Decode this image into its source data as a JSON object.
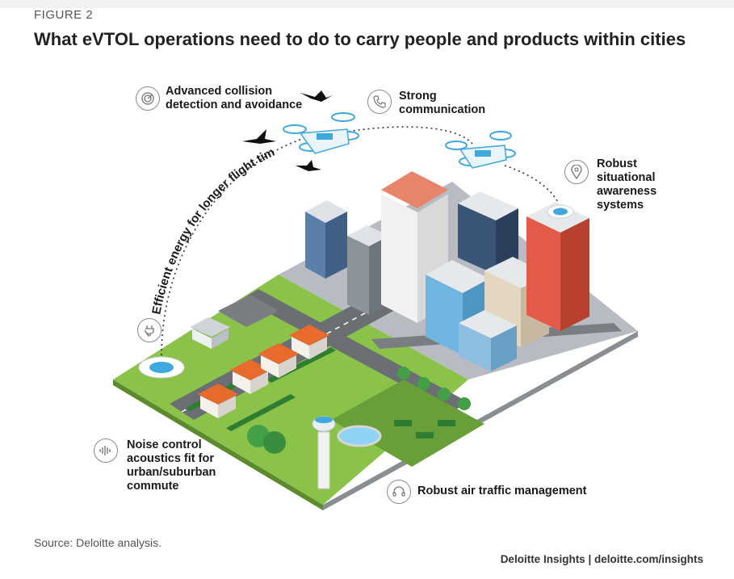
{
  "figure_label": "FIGURE 2",
  "title": "What eVTOL operations need to do to carry people and products within cities",
  "callouts": {
    "collision": {
      "text": "Advanced collision\ndetection and avoidance",
      "icon": "radar-icon"
    },
    "communication": {
      "text": "Strong\ncommunication",
      "icon": "phone-icon"
    },
    "situational": {
      "text": "Robust\nsituational\nawareness\nsystems",
      "icon": "location-pin-icon"
    },
    "energy": {
      "text": "Efficient energy for longer flight time",
      "icon": "plug-icon"
    },
    "noise": {
      "text": "Noise control\nacoustics fit for\nurban/suburban\ncommute",
      "icon": "sound-wave-icon"
    },
    "atm": {
      "text": "Robust air traffic management",
      "icon": "headset-icon"
    }
  },
  "source": "Source: Deloitte analysis.",
  "footer": "Deloitte Insights | deloitte.com/insights",
  "colors": {
    "accent_blue": "#3fa8dc",
    "grass": "#7cb342",
    "road": "#6b6e73",
    "roof_orange": "#e86a2c"
  }
}
